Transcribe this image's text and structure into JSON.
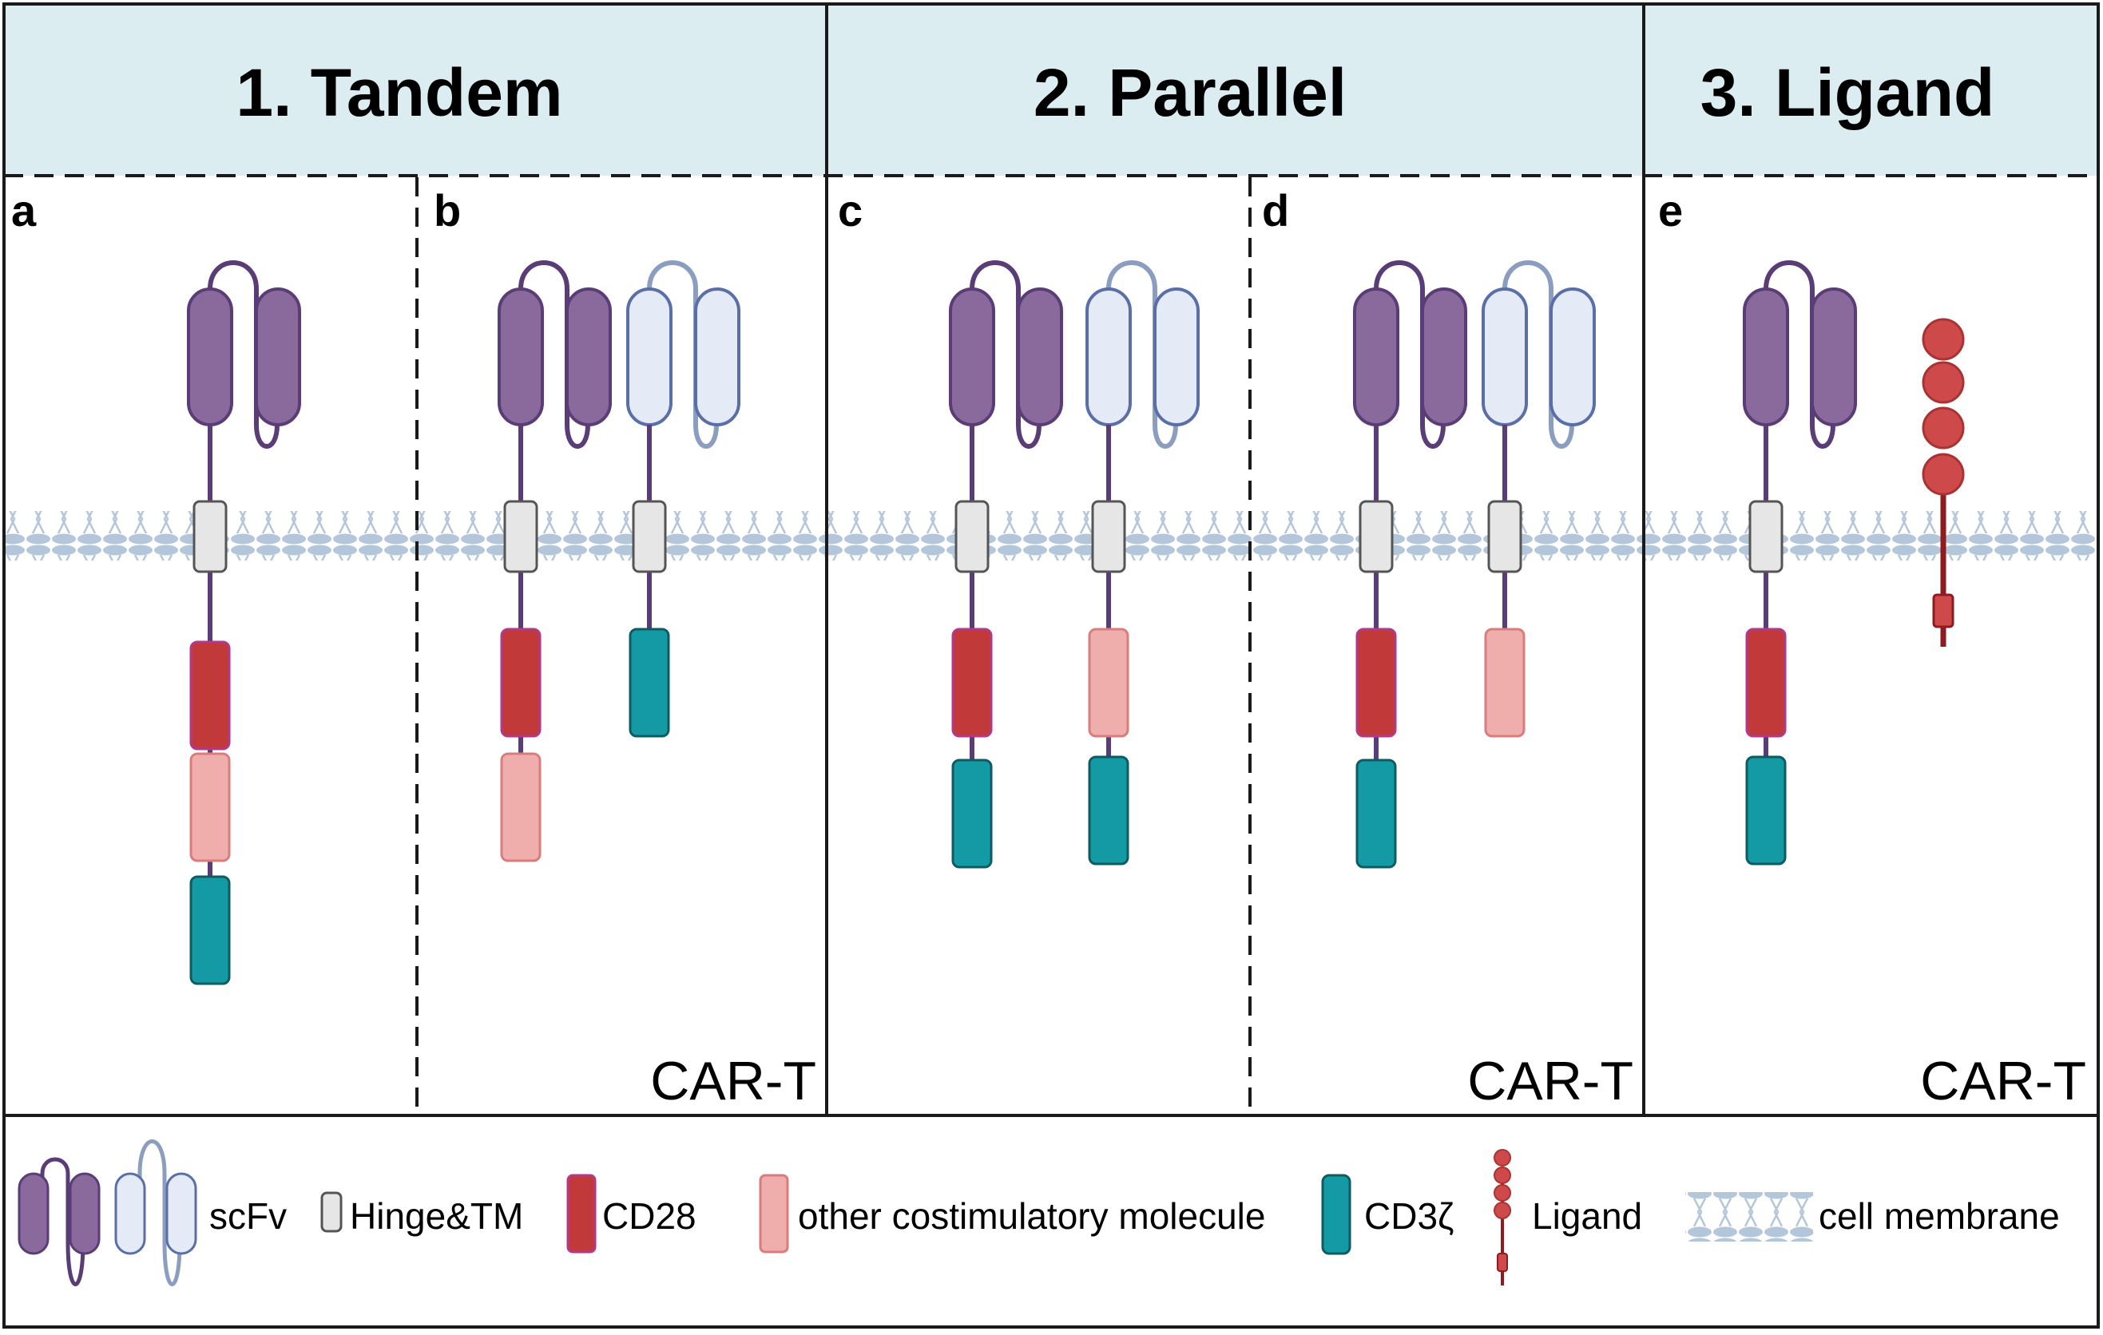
{
  "headers": [
    "1.  Tandem",
    "2. Parallel",
    "3. Ligand"
  ],
  "panels": [
    "a",
    "b",
    "c",
    "d",
    "e"
  ],
  "car_t_label": "CAR-T",
  "legend": {
    "scfv": "scFv",
    "hinge": "Hinge&TM",
    "cd28": "CD28",
    "costim": "other costimulatory molecule",
    "cd3z": "CD3ζ",
    "ligand": "Ligand",
    "membrane": "cell membrane"
  },
  "colors": {
    "header_bg": "#dcedf2",
    "scfv_dark": "#8a6a9d",
    "scfv_dark_stroke": "#5a3d76",
    "scfv_light": "#e5eaf7",
    "scfv_light_stroke": "#8b9ec0",
    "hinge": "#e6e6e6",
    "cd28": "#c2393a",
    "costim": "#efadab",
    "cd3z": "#149aa5",
    "ligand": "#ce4a4a",
    "membrane": "#b4c6da"
  }
}
